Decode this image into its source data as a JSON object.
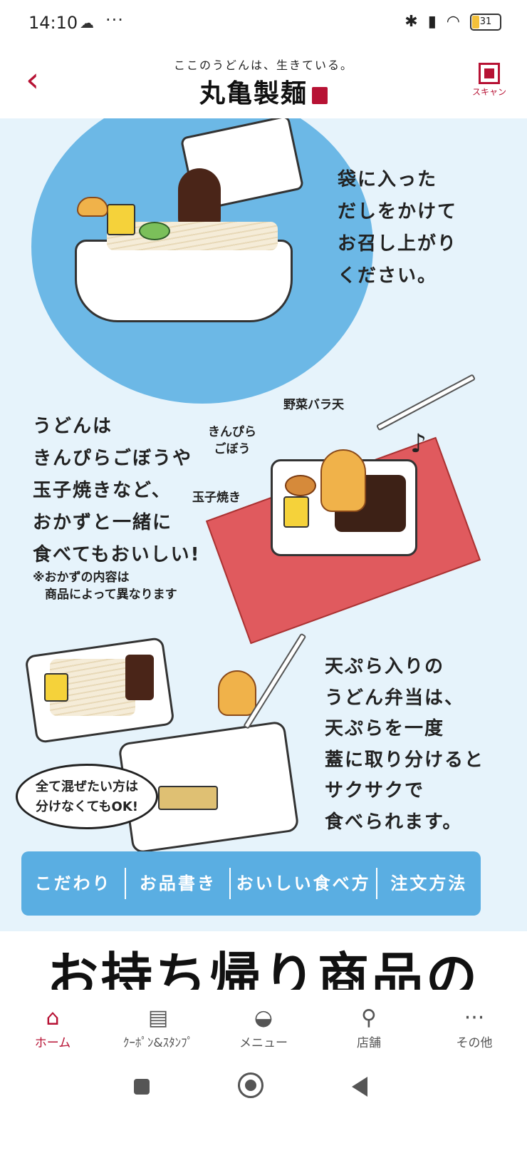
{
  "status_bar": {
    "time": "14:10",
    "battery": "31"
  },
  "header": {
    "tagline": "ここのうどんは、生きている。",
    "brand": "丸亀製麺",
    "scan_label": "スキャン"
  },
  "illustration": {
    "text1": "袋に入った\nだしをかけて\nお召し上がり\nください。",
    "text2": "うどんは\nきんぴらごぼうや\n玉子焼きなど、\nおかずと一緒に\n食べてもおいしい!",
    "note": "※おかずの内容は\n　商品によって異なります",
    "label_yasai": "野菜バラ天",
    "label_kinpira": "きんぴら\nごぼう",
    "label_tamago": "玉子焼き",
    "bubble": "全て混ぜたい方は\n分けなくてもOK!",
    "text3": "天ぷら入りの\nうどん弁当は、\n天ぷらを一度\n蓋に取り分けると\nサクサクで\n食べられます。"
  },
  "tabs": [
    "こだわり",
    "お品書き",
    "おいしい食べ方",
    "注文方法"
  ],
  "section_title": "お持ち帰り商品の",
  "bottom_nav": [
    {
      "label": "ホーム",
      "icon": "home-icon"
    },
    {
      "label": "ｸｰﾎﾟﾝ&ｽﾀﾝﾌﾟ",
      "icon": "coupon-icon"
    },
    {
      "label": "メニュー",
      "icon": "menu-bowl-icon"
    },
    {
      "label": "店舗",
      "icon": "location-pin-icon"
    },
    {
      "label": "その他",
      "icon": "more-icon"
    }
  ],
  "colors": {
    "brand_red": "#b71234",
    "tab_blue": "#5aaee2",
    "bg_light_blue": "#e6f3fb"
  }
}
